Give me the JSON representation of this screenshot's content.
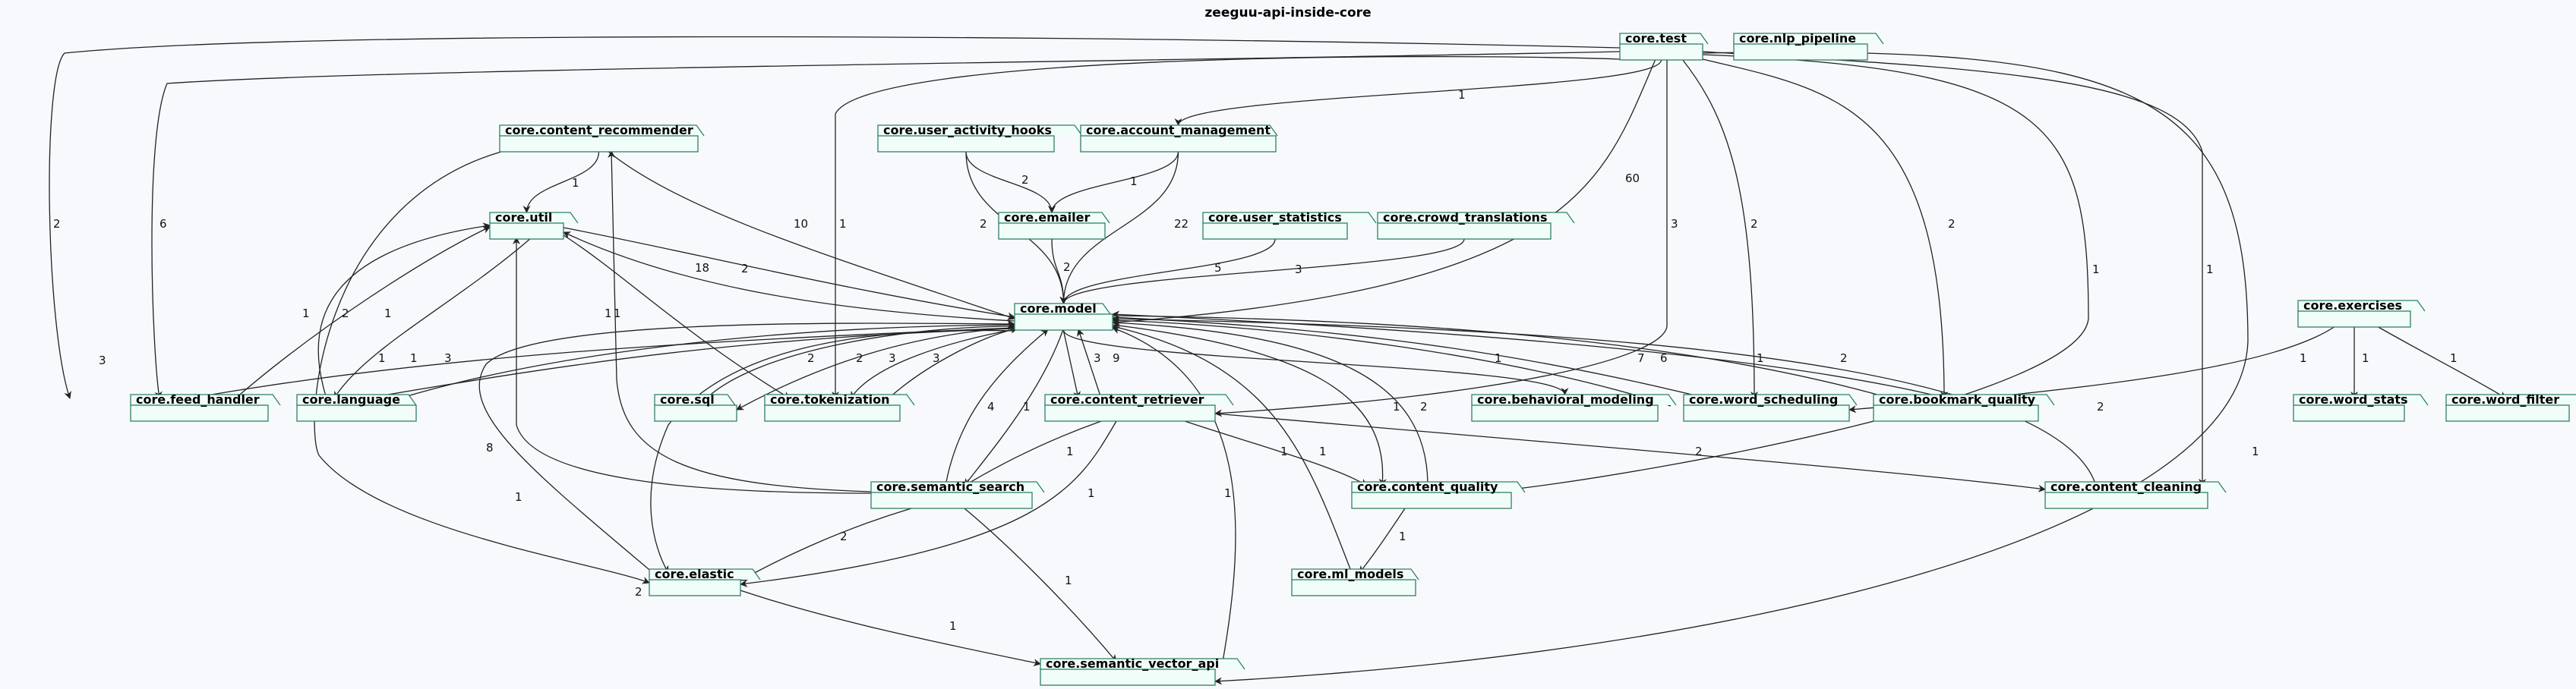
{
  "title": "zeeguu-api-inside-core",
  "packages": {
    "test": "core.test",
    "nlp_pipeline": "core.nlp_pipeline",
    "content_recommender": "core.content_recommender",
    "user_activity_hooks": "core.user_activity_hooks",
    "account_management": "core.account_management",
    "util": "core.util",
    "emailer": "core.emailer",
    "user_statistics": "core.user_statistics",
    "crowd_translations": "core.crowd_translations",
    "model": "core.model",
    "exercises": "core.exercises",
    "feed_handler": "core.feed_handler",
    "language": "core.language",
    "sql": "core.sql",
    "tokenization": "core.tokenization",
    "content_retriever": "core.content_retriever",
    "behavioral_modeling": "core.behavioral_modeling",
    "word_scheduling": "core.word_scheduling",
    "bookmark_quality": "core.bookmark_quality",
    "word_stats": "core.word_stats",
    "word_filter": "core.word_filter",
    "semantic_search": "core.semantic_search",
    "content_quality": "core.content_quality",
    "content_cleaning": "core.content_cleaning",
    "elastic": "core.elastic",
    "ml_models": "core.ml_models",
    "semantic_vector_api": "core.semantic_vector_api"
  },
  "edges": [
    {
      "from": "test",
      "to": "feed_handler",
      "label": "2"
    },
    {
      "from": "test",
      "to": "language",
      "label": "6"
    },
    {
      "from": "test",
      "to": "tokenization",
      "label": "1"
    },
    {
      "from": "test",
      "to": "account_management",
      "label": "1"
    },
    {
      "from": "test",
      "to": "model",
      "label": "60"
    },
    {
      "from": "test",
      "to": "content_retriever",
      "label": "3"
    },
    {
      "from": "test",
      "to": "word_scheduling",
      "label": "2"
    },
    {
      "from": "test",
      "to": "bookmark_quality",
      "label": "2"
    },
    {
      "from": "test",
      "to": "content_quality",
      "label": "1"
    },
    {
      "from": "test",
      "to": "content_cleaning",
      "label": "1"
    },
    {
      "from": "test",
      "to": "semantic_vector_api",
      "label": "1"
    },
    {
      "from": "content_recommender",
      "to": "util",
      "label": "1"
    },
    {
      "from": "content_recommender",
      "to": "model",
      "label": "10"
    },
    {
      "from": "content_recommender",
      "to": "elastic",
      "label": "3"
    },
    {
      "from": "user_activity_hooks",
      "to": "emailer",
      "label": "2"
    },
    {
      "from": "user_activity_hooks",
      "to": "model",
      "label": "2"
    },
    {
      "from": "account_management",
      "to": "emailer",
      "label": "1"
    },
    {
      "from": "account_management",
      "to": "model",
      "label": "22"
    },
    {
      "from": "emailer",
      "to": "model",
      "label": "2"
    },
    {
      "from": "user_statistics",
      "to": "model",
      "label": "5"
    },
    {
      "from": "crowd_translations",
      "to": "model",
      "label": "3"
    },
    {
      "from": "util",
      "to": "model",
      "label": "2"
    },
    {
      "from": "model",
      "to": "util",
      "label": "18"
    },
    {
      "from": "util",
      "to": "tokenization",
      "label": "1"
    },
    {
      "from": "util",
      "to": "language",
      "label": "1"
    },
    {
      "from": "language",
      "to": "util",
      "label": "2"
    },
    {
      "from": "feed_handler",
      "to": "util",
      "label": "1"
    },
    {
      "from": "model",
      "to": "feed_handler",
      "label": "1"
    },
    {
      "from": "model",
      "to": "language",
      "label": "1"
    },
    {
      "from": "language",
      "to": "model",
      "label": "3"
    },
    {
      "from": "sql",
      "to": "model",
      "label": "2"
    },
    {
      "from": "model",
      "to": "sql",
      "label": "2"
    },
    {
      "from": "model",
      "to": "tokenization",
      "label": "3"
    },
    {
      "from": "tokenization",
      "to": "model",
      "label": "3"
    },
    {
      "from": "model",
      "to": "content_retriever",
      "label": "3"
    },
    {
      "from": "content_retriever",
      "to": "model",
      "label": "9"
    },
    {
      "from": "model",
      "to": "semantic_search",
      "label": "1"
    },
    {
      "from": "semantic_search",
      "to": "model",
      "label": "4"
    },
    {
      "from": "model",
      "to": "elastic",
      "label": "2"
    },
    {
      "from": "elastic",
      "to": "model",
      "label": "8"
    },
    {
      "from": "model",
      "to": "behavioral_modeling",
      "label": "1"
    },
    {
      "from": "model",
      "to": "word_scheduling",
      "label": "7"
    },
    {
      "from": "word_scheduling",
      "to": "model",
      "label": "6"
    },
    {
      "from": "model",
      "to": "bookmark_quality",
      "label": "1"
    },
    {
      "from": "bookmark_quality",
      "to": "model",
      "label": "2"
    },
    {
      "from": "model",
      "to": "content_quality",
      "label": "1"
    },
    {
      "from": "content_quality",
      "to": "model",
      "label": "2"
    },
    {
      "from": "content_cleaning",
      "to": "model",
      "label": "2"
    },
    {
      "from": "ml_models",
      "to": "model",
      "label": "1"
    },
    {
      "from": "semantic_vector_api",
      "to": "model",
      "label": "1"
    },
    {
      "from": "semantic_search",
      "to": "util",
      "label": "1"
    },
    {
      "from": "semantic_search",
      "to": "content_recommender",
      "label": "1"
    },
    {
      "from": "semantic_search",
      "to": "elastic",
      "label": "2"
    },
    {
      "from": "semantic_search",
      "to": "semantic_vector_api",
      "label": "1"
    },
    {
      "from": "content_retriever",
      "to": "semantic_search",
      "label": "1"
    },
    {
      "from": "content_retriever",
      "to": "content_quality",
      "label": "1"
    },
    {
      "from": "content_retriever",
      "to": "content_cleaning",
      "label": "2"
    },
    {
      "from": "content_retriever",
      "to": "elastic",
      "label": "1"
    },
    {
      "from": "content_quality",
      "to": "ml_models",
      "label": "1"
    },
    {
      "from": "elastic",
      "to": "semantic_vector_api",
      "label": "1"
    },
    {
      "from": "exercises",
      "to": "word_scheduling",
      "label": "1"
    },
    {
      "from": "exercises",
      "to": "word_stats",
      "label": "1"
    },
    {
      "from": "exercises",
      "to": "word_filter",
      "label": "1"
    }
  ]
}
